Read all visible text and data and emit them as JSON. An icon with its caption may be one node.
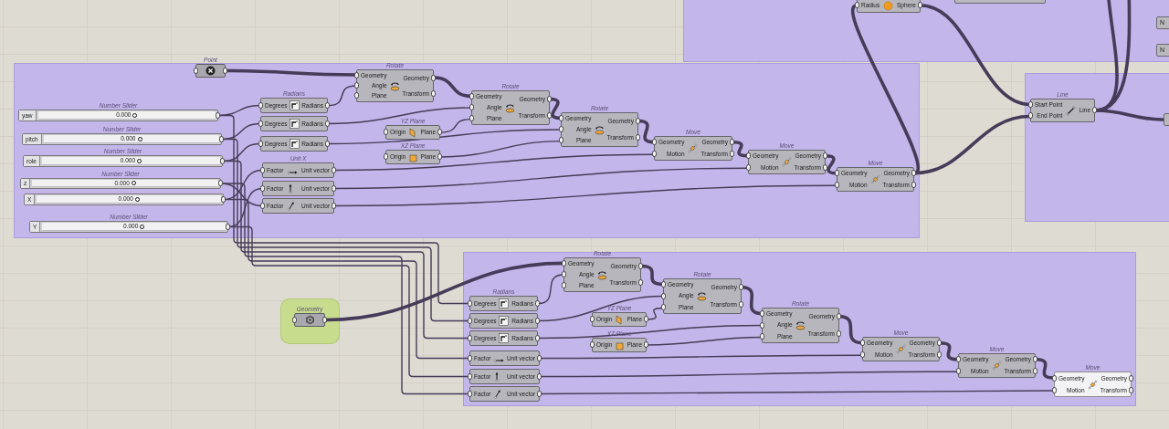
{
  "diagram": {
    "nodes": [
      {
        "text": [],
        "shape": "box"
      },
      {
        "text": [],
        "shape": "box"
      },
      {
        "text": [],
        "shape": "box"
      },
      {
        "text": [],
        "shape": "box"
      },
      {
        "text": [],
        "shape": "box"
      },
      {
        "text": [
          "Radius",
          "Sphere"
        ],
        "in": 0
      },
      {
        "text": [],
        "shape": "box",
        "in": 0
      },
      {
        "text": [
          "N"
        ],
        "in": 0
      },
      {
        "text": [
          "N"
        ],
        "in": 0
      },
      {
        "text": [
          "Point"
        ],
        "in": 1
      },
      {
        "text": [
          "Rotate",
          "Geometry",
          "Angle",
          "Plane",
          "Geometry",
          "Transform"
        ],
        "in": 1
      },
      {
        "text": [
          "Radians",
          "Degrees",
          "Radians"
        ],
        "in": 1
      },
      {
        "text": [
          "Degrees",
          "Radians"
        ],
        "in": 1
      },
      {
        "text": [
          "Degrees",
          "Radians"
        ],
        "in": 1
      },
      {
        "text": [
          "Number Slider",
          "yaw",
          "0.000"
        ],
        "in": 1
      },
      {
        "text": [
          "Number Slider",
          "pitch",
          "0.000"
        ],
        "in": 1
      },
      {
        "text": [
          "Number Slider",
          "role",
          "0.000"
        ],
        "in": 1
      },
      {
        "text": [
          "Number Slider",
          "z",
          "0.000"
        ],
        "in": 1
      },
      {
        "text": [
          "X",
          "0.000"
        ],
        "in": 1
      },
      {
        "text": [
          "Number Slider",
          "Y",
          "0.000"
        ],
        "in": 1
      },
      {
        "text": [
          "Unit X",
          "Factor",
          "Unit vector"
        ],
        "in": 1
      },
      {
        "text": [
          "Factor",
          "Unit vector"
        ],
        "in": 1
      },
      {
        "text": [
          "Factor",
          "Unit vector"
        ],
        "in": 1
      },
      {
        "text": [
          "YZ Plane",
          "Origin",
          "Plane"
        ],
        "in": 1
      },
      {
        "text": [
          "XZ Plane",
          "Origin",
          "Plane"
        ],
        "in": 1
      },
      {
        "text": [
          "Rotate",
          "Geometry",
          "Angle",
          "Plane",
          "Geometry",
          "Transform"
        ],
        "in": 1
      },
      {
        "text": [
          "Rotate",
          "Geometry",
          "Angle",
          "Plane",
          "Geometry",
          "Transform"
        ],
        "in": 1
      },
      {
        "text": [
          "Move",
          "Geometry",
          "Motion",
          "Geometry",
          "Transform"
        ],
        "in": 1
      },
      {
        "text": [
          "Move",
          "Geometry",
          "Motion",
          "Geometry",
          "Transform"
        ],
        "in": 1
      },
      {
        "text": [
          "Move",
          "Geometry",
          "Motion",
          "Geometry",
          "Transform"
        ],
        "in": 1
      },
      {
        "text": [
          "Line",
          "Start Point",
          "End Point",
          "Line"
        ],
        "in": 2
      },
      {
        "text": [],
        "shape": "box",
        "in": 2
      },
      {
        "text": [
          "Geometry"
        ],
        "in": 4
      },
      {
        "text": [
          "Rotate",
          "Geometry",
          "Angle",
          "Plane",
          "Geometry",
          "Transform"
        ],
        "in": 3
      },
      {
        "text": [
          "Radians",
          "Degrees",
          "Radians"
        ],
        "in": 3
      },
      {
        "text": [
          "Degrees",
          "Radians"
        ],
        "in": 3
      },
      {
        "text": [
          "Degrees",
          "Radians"
        ],
        "in": 3
      },
      {
        "text": [
          "YZ Plane",
          "Origin",
          "Plane"
        ],
        "in": 3
      },
      {
        "text": [
          "XZ Plane",
          "Origin",
          "Plane"
        ],
        "in": 3
      },
      {
        "text": [
          "Rotate",
          "Geometry",
          "Angle",
          "Plane",
          "Geometry",
          "Transform"
        ],
        "in": 3
      },
      {
        "text": [
          "Rotate",
          "Geometry",
          "Angle",
          "Plane",
          "Geometry",
          "Transform"
        ],
        "in": 3
      },
      {
        "text": [
          "Factor",
          "Unit vector"
        ],
        "in": 3
      },
      {
        "text": [
          "Factor",
          "Unit vector"
        ],
        "in": 3
      },
      {
        "text": [
          "Factor",
          "Unit vector"
        ],
        "in": 3
      },
      {
        "text": [
          "Move",
          "Geometry",
          "Motion",
          "Geometry",
          "Transform"
        ],
        "in": 3
      },
      {
        "text": [
          "Move",
          "Geometry",
          "Motion",
          "Geometry",
          "Transform"
        ],
        "in": 3
      },
      {
        "text": [
          "Move",
          "Geometry",
          "Motion",
          "Geometry",
          "Transform"
        ],
        "in": 3
      }
    ],
    "edges": [
      {
        "from": 9,
        "to": 10,
        "arrow": "none",
        "style": "thick"
      },
      {
        "from": 11,
        "to": 10,
        "arrow": "none"
      },
      {
        "from": 10,
        "to": 25,
        "arrow": "none",
        "style": "thick"
      },
      {
        "from": 12,
        "to": 25,
        "arrow": "none"
      },
      {
        "from": 23,
        "to": 25,
        "arrow": "none"
      },
      {
        "from": 25,
        "to": 26,
        "arrow": "none",
        "style": "thick"
      },
      {
        "from": 13,
        "to": 26,
        "arrow": "none"
      },
      {
        "from": 24,
        "to": 26,
        "arrow": "none"
      },
      {
        "from": 26,
        "to": 27,
        "arrow": "none",
        "style": "thick"
      },
      {
        "from": 20,
        "to": 27,
        "arrow": "none"
      },
      {
        "from": 27,
        "to": 28,
        "arrow": "none",
        "style": "thick"
      },
      {
        "from": 21,
        "to": 28,
        "arrow": "none"
      },
      {
        "from": 28,
        "to": 29,
        "arrow": "none",
        "style": "thick"
      },
      {
        "from": 22,
        "to": 29,
        "arrow": "none"
      },
      {
        "from": 14,
        "to": 11,
        "arrow": "none"
      },
      {
        "from": 15,
        "to": 12,
        "arrow": "none"
      },
      {
        "from": 16,
        "to": 13,
        "arrow": "none"
      },
      {
        "from": 18,
        "to": 20,
        "arrow": "none"
      },
      {
        "from": 19,
        "to": 21,
        "arrow": "none"
      },
      {
        "from": 17,
        "to": 22,
        "arrow": "none"
      },
      {
        "from": 14,
        "to": 34,
        "arrow": "none"
      },
      {
        "from": 15,
        "to": 35,
        "arrow": "none"
      },
      {
        "from": 16,
        "to": 36,
        "arrow": "none"
      },
      {
        "from": 18,
        "to": 41,
        "arrow": "none"
      },
      {
        "from": 19,
        "to": 42,
        "arrow": "none"
      },
      {
        "from": 17,
        "to": 43,
        "arrow": "none"
      },
      {
        "from": 32,
        "to": 33,
        "arrow": "none",
        "style": "thick"
      },
      {
        "from": 34,
        "to": 33,
        "arrow": "none"
      },
      {
        "from": 33,
        "to": 39,
        "arrow": "none",
        "style": "thick"
      },
      {
        "from": 35,
        "to": 39,
        "arrow": "none"
      },
      {
        "from": 37,
        "to": 39,
        "arrow": "none"
      },
      {
        "from": 39,
        "to": 40,
        "arrow": "none",
        "style": "thick"
      },
      {
        "from": 36,
        "to": 40,
        "arrow": "none"
      },
      {
        "from": 38,
        "to": 40,
        "arrow": "none"
      },
      {
        "from": 40,
        "to": 44,
        "arrow": "none",
        "style": "thick"
      },
      {
        "from": 41,
        "to": 44,
        "arrow": "none"
      },
      {
        "from": 44,
        "to": 45,
        "arrow": "none",
        "style": "thick"
      },
      {
        "from": 42,
        "to": 45,
        "arrow": "none"
      },
      {
        "from": 45,
        "to": 46,
        "arrow": "none",
        "style": "thick"
      },
      {
        "from": 43,
        "to": 46,
        "arrow": "none"
      },
      {
        "from": 29,
        "to": 30,
        "arrow": "none",
        "style": "thick"
      },
      {
        "from": 29,
        "to": 5,
        "arrow": "none",
        "style": "thick"
      },
      {
        "from": 5,
        "to": 30,
        "arrow": "none",
        "style": "thick"
      },
      {
        "from": 30,
        "to": 31,
        "arrow": "none",
        "style": "thick"
      },
      {
        "from": 30,
        "to": null,
        "arrow": "none",
        "style": "thick"
      },
      {
        "from": 30,
        "to": null,
        "arrow": "none",
        "style": "thick"
      }
    ]
  }
}
